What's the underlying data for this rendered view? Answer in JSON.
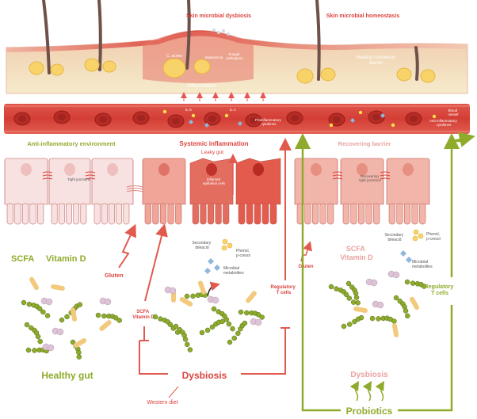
{
  "skin": {
    "dysbiosis_title": "Skin microbial dysbiosis",
    "homeostasis_title": "Skin microbial homeostasis",
    "c_acnes": "C. acnes",
    "malassezia": "Malassezia",
    "fungal_pathogens": "Fungal\npathogens",
    "healing_barrier": "Healing cutaneous\nbarrier",
    "inflammation": "Inflammation"
  },
  "blood": {
    "il6": "IL-6",
    "il1": "IL-1",
    "blood_vessel": "Blood\nvessel",
    "proinflammatory": "Proinflammatory\ncytokines",
    "antiinflammatory": "Anti-inflammatory\ncytokines"
  },
  "gut": {
    "anti_env": "Anti-inflammatory environment",
    "systemic": "Systemic inflammation",
    "leaky_gut": "Leaky gut",
    "recovering": "Recovering barrier",
    "tight_junctions": "Tight junctions",
    "inflamed_cells": "Inflamed\nepithelial cells",
    "recovering_junctions": "Recovering\ntight junctions"
  },
  "left": {
    "scfa": "SCFA",
    "vitamin_d": "Vitamin D",
    "gluten": "Gluten",
    "healthy_gut": "Healthy gut"
  },
  "middle": {
    "scfa_vitd": "SCFA\nVitamin D",
    "secondary_bileacid": "Secondary\nbileacid",
    "phenol": "Phenol,\np-cresol",
    "microbial_metabolites": "Microbial\nmetabolites",
    "regulatory_t": "Regulatory\nT cells",
    "dysbiosis": "Dysbiosis",
    "western_diet": "Western diet"
  },
  "right": {
    "gluten": "Gluten",
    "scfa_vitd": "SCFA\nVitamin D",
    "secondary_bileacid": "Secondary\nbileacid",
    "phenol": "Phenol,\np-cresol",
    "microbial_metabolites": "Microbial\nmetabolites",
    "regulatory_t": "Regulatory\nT cells",
    "dysbiosis": "Dysbiosis",
    "probiotics": "Probiotics"
  },
  "colors": {
    "red": "#d9443f",
    "green": "#8fab2b",
    "pink": "#e9a3a1",
    "vessel": "#d8453b",
    "rbc": "#b82a24"
  }
}
